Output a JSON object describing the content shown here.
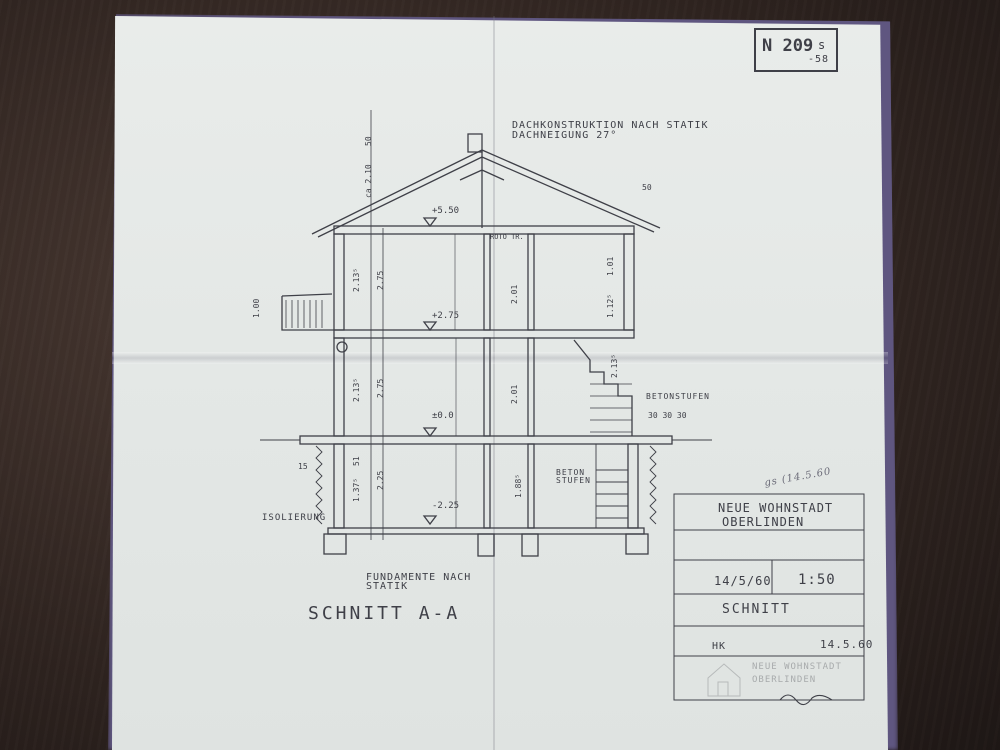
{
  "drawing_number": {
    "main": "N 209",
    "suffix": "s",
    "sub": "-58"
  },
  "roof_note": {
    "line1": "DACHKONSTRUKTION NACH STATIK",
    "line2": "DACHNEIGUNG 27°"
  },
  "levels": {
    "upper": "+5.50",
    "first": "+2.75",
    "ground": "±0.0",
    "basement": "-2.25"
  },
  "dimensions": {
    "ridge_top": "50",
    "ridge_height": "ca 2.10",
    "eave_step": "50",
    "upper_clear": "2.13⁵",
    "upper_total": "2.75",
    "upper_door": "2.01",
    "upper_right_top": "1.01",
    "upper_right_bottom": "1.12⁵",
    "balcony": "1.00",
    "ground_clear": "2.13⁵",
    "ground_total": "2.75",
    "ground_door": "2.01",
    "stair_rise": "2.13⁵",
    "step_widths": "30 30 30",
    "basement_top": "51",
    "basement_clear": "1.37⁵",
    "basement_total": "2.25",
    "basement_door": "1.88⁵",
    "footing": "15"
  },
  "labels": {
    "roto": "ROTO TR.",
    "beton_upper": "BETONSTUFEN",
    "beton_lower1": "BETON",
    "beton_lower2": "STUFEN",
    "isolierung": "ISOLIERUNG",
    "fundamente1": "FUNDAMENTE NACH",
    "fundamente2": "STATIK",
    "section_title": "SCHNITT A-A"
  },
  "title_block": {
    "project1": "NEUE WOHNSTADT",
    "project2": "OBERLINDEN",
    "date": "14/5/60",
    "scale": "1:50",
    "sheet_type": "SCHNITT",
    "initials": "HK",
    "date2": "14.5.60",
    "handwritten": "gs (14.5.60",
    "stamp_line1": "NEUE WOHNSTADT",
    "stamp_line2": "OBERLINDEN"
  },
  "colors": {
    "paper": "#e6e9e7",
    "ink": "#3f4048",
    "border": "#5f5680"
  }
}
